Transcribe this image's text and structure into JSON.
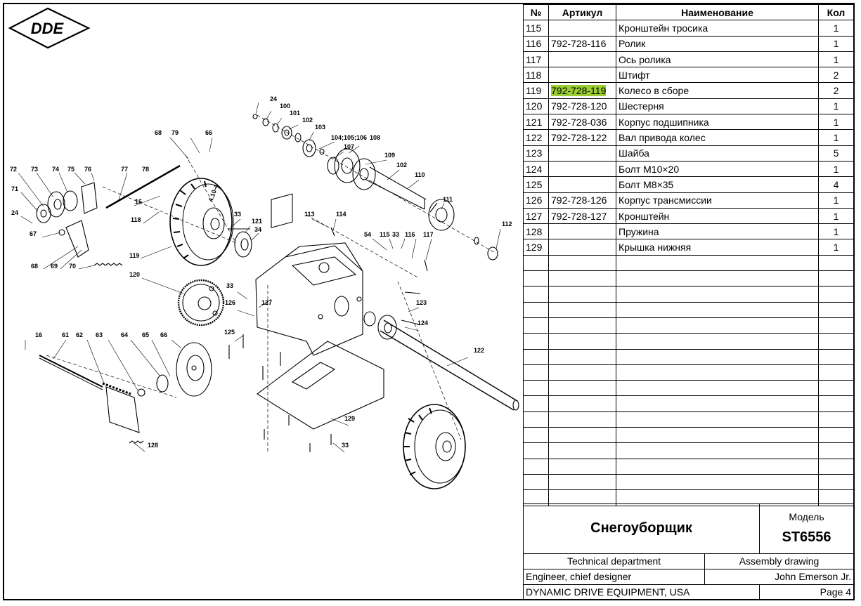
{
  "logo": {
    "text": "DDE"
  },
  "table": {
    "headers": {
      "num": "№",
      "article": "Артикул",
      "name": "Наименование",
      "qty": "Кол"
    },
    "rows": [
      {
        "num": "115",
        "article": "",
        "name": "Кронштейн тросика",
        "qty": "1"
      },
      {
        "num": "116",
        "article": "792-728-116",
        "name": "Ролик",
        "qty": "1"
      },
      {
        "num": "117",
        "article": "",
        "name": "Ось ролика",
        "qty": "1"
      },
      {
        "num": "118",
        "article": "",
        "name": "Штифт",
        "qty": "2"
      },
      {
        "num": "119",
        "article": "792-728-119",
        "name": "Колесо в сборе",
        "qty": "2"
      },
      {
        "num": "120",
        "article": "792-728-120",
        "name": "Шестерня",
        "qty": "1"
      },
      {
        "num": "121",
        "article": "792-728-036",
        "name": "Корпус подшипника",
        "qty": "1"
      },
      {
        "num": "122",
        "article": "792-728-122",
        "name": "Вал привода колес",
        "qty": "1"
      },
      {
        "num": "123",
        "article": "",
        "name": "Шайба",
        "qty": "5"
      },
      {
        "num": "124",
        "article": "",
        "name": "Болт М10×20",
        "qty": "1"
      },
      {
        "num": "125",
        "article": "",
        "name": "Болт М8×35",
        "qty": "4"
      },
      {
        "num": "126",
        "article": "792-728-126",
        "name": "Корпус трансмиссии",
        "qty": "1"
      },
      {
        "num": "127",
        "article": "792-728-127",
        "name": "Кронштейн",
        "qty": "1"
      },
      {
        "num": "128",
        "article": "",
        "name": "Пружина",
        "qty": "1"
      },
      {
        "num": "129",
        "article": "",
        "name": "Крышка нижняя",
        "qty": "1"
      }
    ],
    "empty_rows": 16
  },
  "titleblock": {
    "product": "Снегоуборщик",
    "model_label": "Модель",
    "model": "ST6556",
    "department": "Technical department",
    "doc_type": "Assembly drawing",
    "role": "Engineer, chief designer",
    "engineer": "John Emerson Jr.",
    "company": "DYNAMIC DRIVE EQUIPMENT, USA",
    "page": "Page 4"
  },
  "callouts": [
    {
      "id": "c24a",
      "text": "24"
    },
    {
      "id": "c100",
      "text": "100"
    },
    {
      "id": "c101",
      "text": "101"
    },
    {
      "id": "c102a",
      "text": "102"
    },
    {
      "id": "c103",
      "text": "103"
    },
    {
      "id": "c104",
      "text": "104;105;106"
    },
    {
      "id": "c107",
      "text": "107"
    },
    {
      "id": "c108",
      "text": "108"
    },
    {
      "id": "c109",
      "text": "109"
    },
    {
      "id": "c102b",
      "text": "102"
    },
    {
      "id": "c110",
      "text": "110"
    },
    {
      "id": "c111",
      "text": "111"
    },
    {
      "id": "c112",
      "text": "112"
    },
    {
      "id": "c68a",
      "text": "68"
    },
    {
      "id": "c79",
      "text": "79"
    },
    {
      "id": "c66a",
      "text": "66"
    },
    {
      "id": "c72",
      "text": "72"
    },
    {
      "id": "c73",
      "text": "73"
    },
    {
      "id": "c74",
      "text": "74"
    },
    {
      "id": "c75",
      "text": "75"
    },
    {
      "id": "c76",
      "text": "76"
    },
    {
      "id": "c77",
      "text": "77"
    },
    {
      "id": "c78",
      "text": "78"
    },
    {
      "id": "c71",
      "text": "71"
    },
    {
      "id": "c16a",
      "text": "16"
    },
    {
      "id": "c24b",
      "text": "24"
    },
    {
      "id": "c118",
      "text": "118"
    },
    {
      "id": "c67",
      "text": "67"
    },
    {
      "id": "c33a",
      "text": "33"
    },
    {
      "id": "c121",
      "text": "121"
    },
    {
      "id": "c34",
      "text": "34"
    },
    {
      "id": "c113",
      "text": "113"
    },
    {
      "id": "c114",
      "text": "114"
    },
    {
      "id": "c54",
      "text": "54"
    },
    {
      "id": "c115",
      "text": "115"
    },
    {
      "id": "c33b",
      "text": "33"
    },
    {
      "id": "c116",
      "text": "116"
    },
    {
      "id": "c117",
      "text": "117"
    },
    {
      "id": "c68b",
      "text": "68"
    },
    {
      "id": "c69",
      "text": "69"
    },
    {
      "id": "c70",
      "text": "70"
    },
    {
      "id": "c119",
      "text": "119"
    },
    {
      "id": "c120",
      "text": "120"
    },
    {
      "id": "c33c",
      "text": "33"
    },
    {
      "id": "c126",
      "text": "126"
    },
    {
      "id": "c127",
      "text": "127"
    },
    {
      "id": "c123",
      "text": "123"
    },
    {
      "id": "c124",
      "text": "124"
    },
    {
      "id": "c16b",
      "text": "16"
    },
    {
      "id": "c61",
      "text": "61"
    },
    {
      "id": "c62",
      "text": "62"
    },
    {
      "id": "c63",
      "text": "63"
    },
    {
      "id": "c64",
      "text": "64"
    },
    {
      "id": "c65",
      "text": "65"
    },
    {
      "id": "c66b",
      "text": "66"
    },
    {
      "id": "c125",
      "text": "125"
    },
    {
      "id": "c122",
      "text": "122"
    },
    {
      "id": "c129",
      "text": "129"
    },
    {
      "id": "c128",
      "text": "128"
    },
    {
      "id": "c33d",
      "text": "33"
    }
  ],
  "tire_text": "4.10-4"
}
